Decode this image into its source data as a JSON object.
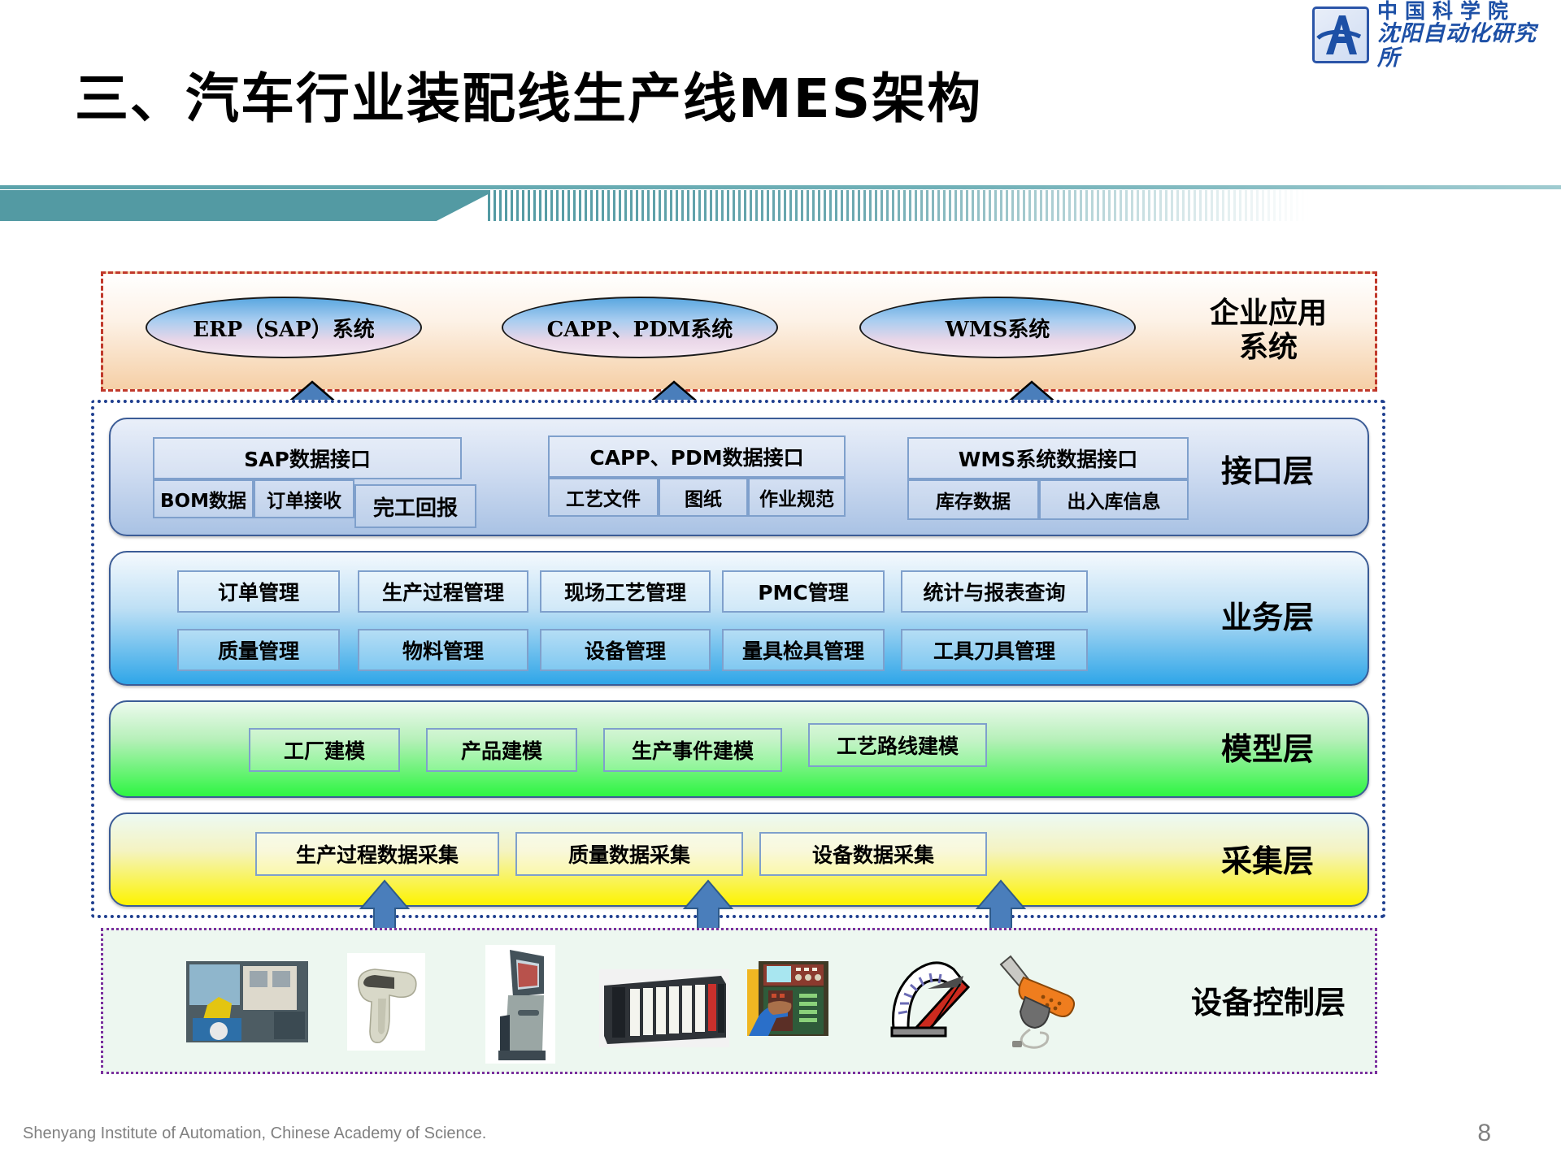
{
  "slide": {
    "title": "三、汽车行业装配线生产线MES架构",
    "page_number": "8",
    "footer": "Shenyang Institute of Automation, Chinese Academy of Science."
  },
  "logo": {
    "line1": "中国科学院",
    "line2": "沈阳自动化研究所",
    "mark": "academy-a-emblem",
    "color": "#1d50a6"
  },
  "enterprise_layer": {
    "label": "企业应用\n系统",
    "border_color": "#c0392b",
    "systems": [
      {
        "label": "ERP（SAP）系统"
      },
      {
        "label": "CAPP、PDM系统"
      },
      {
        "label": "WMS系统"
      }
    ]
  },
  "interface_layer": {
    "label": "接口层",
    "groups": [
      {
        "title": "SAP数据接口",
        "items": [
          "BOM数据",
          "订单接收",
          "完工回报"
        ]
      },
      {
        "title": "CAPP、PDM数据接口",
        "items": [
          "工艺文件",
          "图纸",
          "作业规范"
        ]
      },
      {
        "title": "WMS系统数据接口",
        "items": [
          "库存数据",
          "出入库信息"
        ]
      }
    ]
  },
  "business_layer": {
    "label": "业务层",
    "row1": [
      "订单管理",
      "生产过程管理",
      "现场工艺管理",
      "PMC管理",
      "统计与报表查询"
    ],
    "row2": [
      "质量管理",
      "物料管理",
      "设备管理",
      "量具检具管理",
      "工具刀具管理"
    ]
  },
  "model_layer": {
    "label": "模型层",
    "items": [
      "工厂建模",
      "产品建模",
      "生产事件建模",
      "工艺路线建模"
    ]
  },
  "collection_layer": {
    "label": "采集层",
    "items": [
      "生产过程数据采集",
      "质量数据采集",
      "设备数据采集"
    ]
  },
  "device_layer": {
    "label": "设备控制层",
    "border_color": "#7b2f9e",
    "devices": [
      {
        "name": "robot-welding-cell-image"
      },
      {
        "name": "barcode-scanner-image"
      },
      {
        "name": "kiosk-terminal-image"
      },
      {
        "name": "plc-rack-image"
      },
      {
        "name": "control-panel-operator-image"
      },
      {
        "name": "analog-gauge-image"
      },
      {
        "name": "power-drill-image"
      }
    ]
  },
  "arrows": {
    "color": "#4a7ebb",
    "enterprise_to_interface": 3,
    "devices_to_collection": 3
  }
}
